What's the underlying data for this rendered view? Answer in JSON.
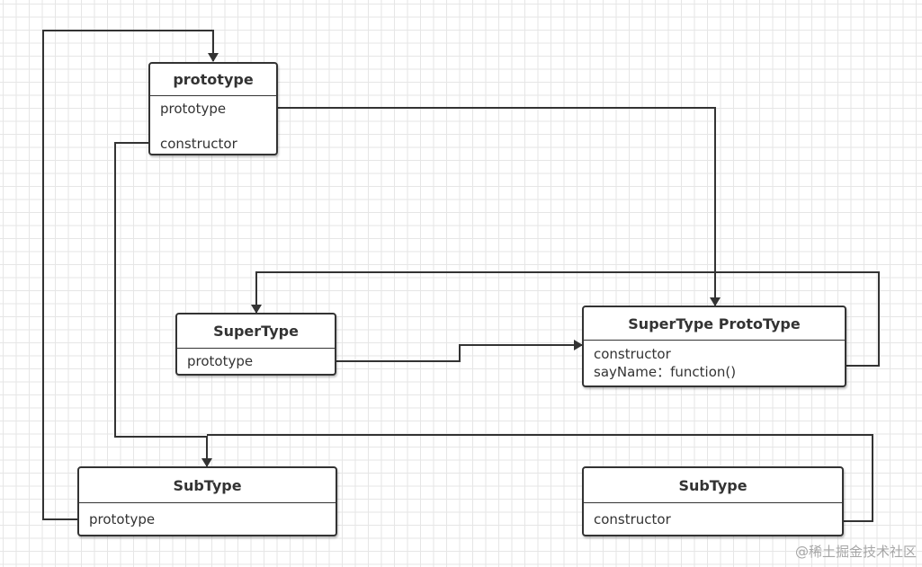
{
  "diagram": {
    "nodes": [
      {
        "id": "prototype-box",
        "title": "prototype",
        "fields": [
          "prototype",
          "constructor"
        ]
      },
      {
        "id": "supertype-box",
        "title": "SuperType",
        "fields": [
          "prototype"
        ]
      },
      {
        "id": "supertype-prototype-box",
        "title": "SuperType ProtoType",
        "fields": [
          "constructor",
          "sayName：function()"
        ]
      },
      {
        "id": "subtype-left-box",
        "title": "SubType",
        "fields": [
          "prototype"
        ]
      },
      {
        "id": "subtype-right-box",
        "title": "SubType",
        "fields": [
          "constructor"
        ]
      }
    ],
    "edges": [
      {
        "from": "subtype-left-box.prototype",
        "to": "prototype-box"
      },
      {
        "from": "prototype-box.prototype",
        "to": "supertype-prototype-box"
      },
      {
        "from": "prototype-box.constructor",
        "to": "subtype-left-box"
      },
      {
        "from": "supertype-box.prototype",
        "to": "supertype-prototype-box"
      },
      {
        "from": "supertype-prototype-box.sayName",
        "to": "supertype-box"
      },
      {
        "from": "subtype-right-box.constructor",
        "to": "subtype-left-box"
      }
    ]
  },
  "colors": {
    "line": "#333333",
    "grid": "#e6e6e6",
    "watermark": "#a6a6a6"
  },
  "watermark": "@稀土掘金技术社区"
}
